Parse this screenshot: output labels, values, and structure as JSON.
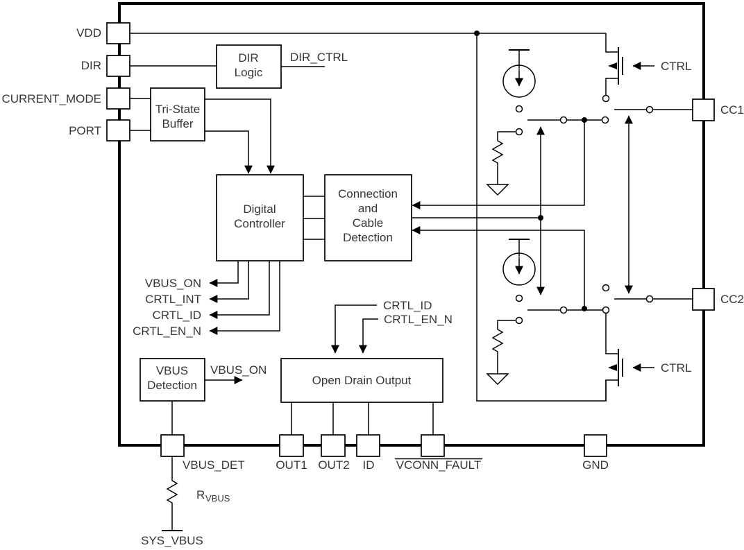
{
  "pins": {
    "left": [
      "VDD",
      "DIR",
      "CURRENT_MODE",
      "PORT"
    ],
    "right": [
      "CC1",
      "CC2"
    ],
    "bottom": [
      "VBUS_DET",
      "OUT1",
      "OUT2",
      "ID",
      "VCONN_FAULT",
      "GND"
    ]
  },
  "blocks": {
    "dir_logic": [
      "DIR",
      "Logic"
    ],
    "tri_state_buffer": [
      "Tri-State",
      "Buffer"
    ],
    "digital_controller": [
      "Digital",
      "Controller"
    ],
    "connection_cable_detection": [
      "Connection",
      "and",
      "Cable",
      "Detection"
    ],
    "vbus_detection": [
      "VBUS",
      "Detection"
    ],
    "open_drain_output": "Open Drain Output"
  },
  "signals": {
    "dir_ctrl": "DIR_CTRL",
    "vbus_on": "VBUS_ON",
    "crtl_int": "CRTL_INT",
    "crtl_id": "CRTL_ID",
    "crtl_en_n": "CRTL_EN_N",
    "ctrl": "CTRL",
    "sys_vbus": "SYS_VBUS",
    "r_vbus_prefix": "R",
    "r_vbus_sub": "VBUS"
  },
  "colors": {
    "line": "#000000",
    "text": "#363636",
    "background": "#ffffff"
  }
}
